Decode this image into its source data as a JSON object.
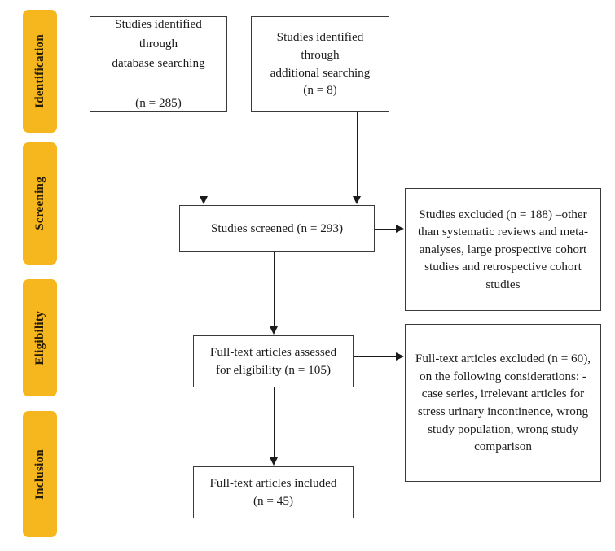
{
  "diagram": {
    "type": "prisma-flow-diagram",
    "stages": [
      {
        "id": "identification",
        "label": "Identification"
      },
      {
        "id": "screening",
        "label": "Screening"
      },
      {
        "id": "eligibility",
        "label": "Eligibility"
      },
      {
        "id": "inclusion",
        "label": "Inclusion"
      }
    ],
    "boxes": {
      "database_searching": {
        "text": "Studies identified through\ndatabase searching\n\n(n = 285)",
        "count": 285
      },
      "additional_searching": {
        "text": "Studies identified through\nadditional searching\n(n = 8)",
        "count": 8
      },
      "screened": {
        "text": "Studies screened (n = 293)",
        "count": 293
      },
      "studies_excluded": {
        "text": "Studies excluded (n = 188) –other\nthan systematic reviews and meta-\nanalyses, large prospective cohort\nstudies and retrospective cohort\nstudies",
        "count": 188
      },
      "fulltext_assessed": {
        "text": "Full-text articles assessed\nfor eligibility (n = 105)",
        "count": 105
      },
      "fulltext_excluded": {
        "text": "Full-text articles excluded (n = 60),\non the following considerations: -\ncase series, irrelevant articles for\nstress urinary incontinence, wrong\nstudy population, wrong study\ncomparison",
        "count": 60
      },
      "fulltext_included": {
        "text": "Full-text articles included\n(n = 45)",
        "count": 45
      }
    },
    "colors": {
      "stage_tab_background": "#F5B61E",
      "stage_tab_text": "#241A06",
      "box_border": "#3A3A3A",
      "box_background": "#FFFFFF",
      "connector": "#1B1B1B",
      "page_background": "#FFFFFF"
    }
  }
}
